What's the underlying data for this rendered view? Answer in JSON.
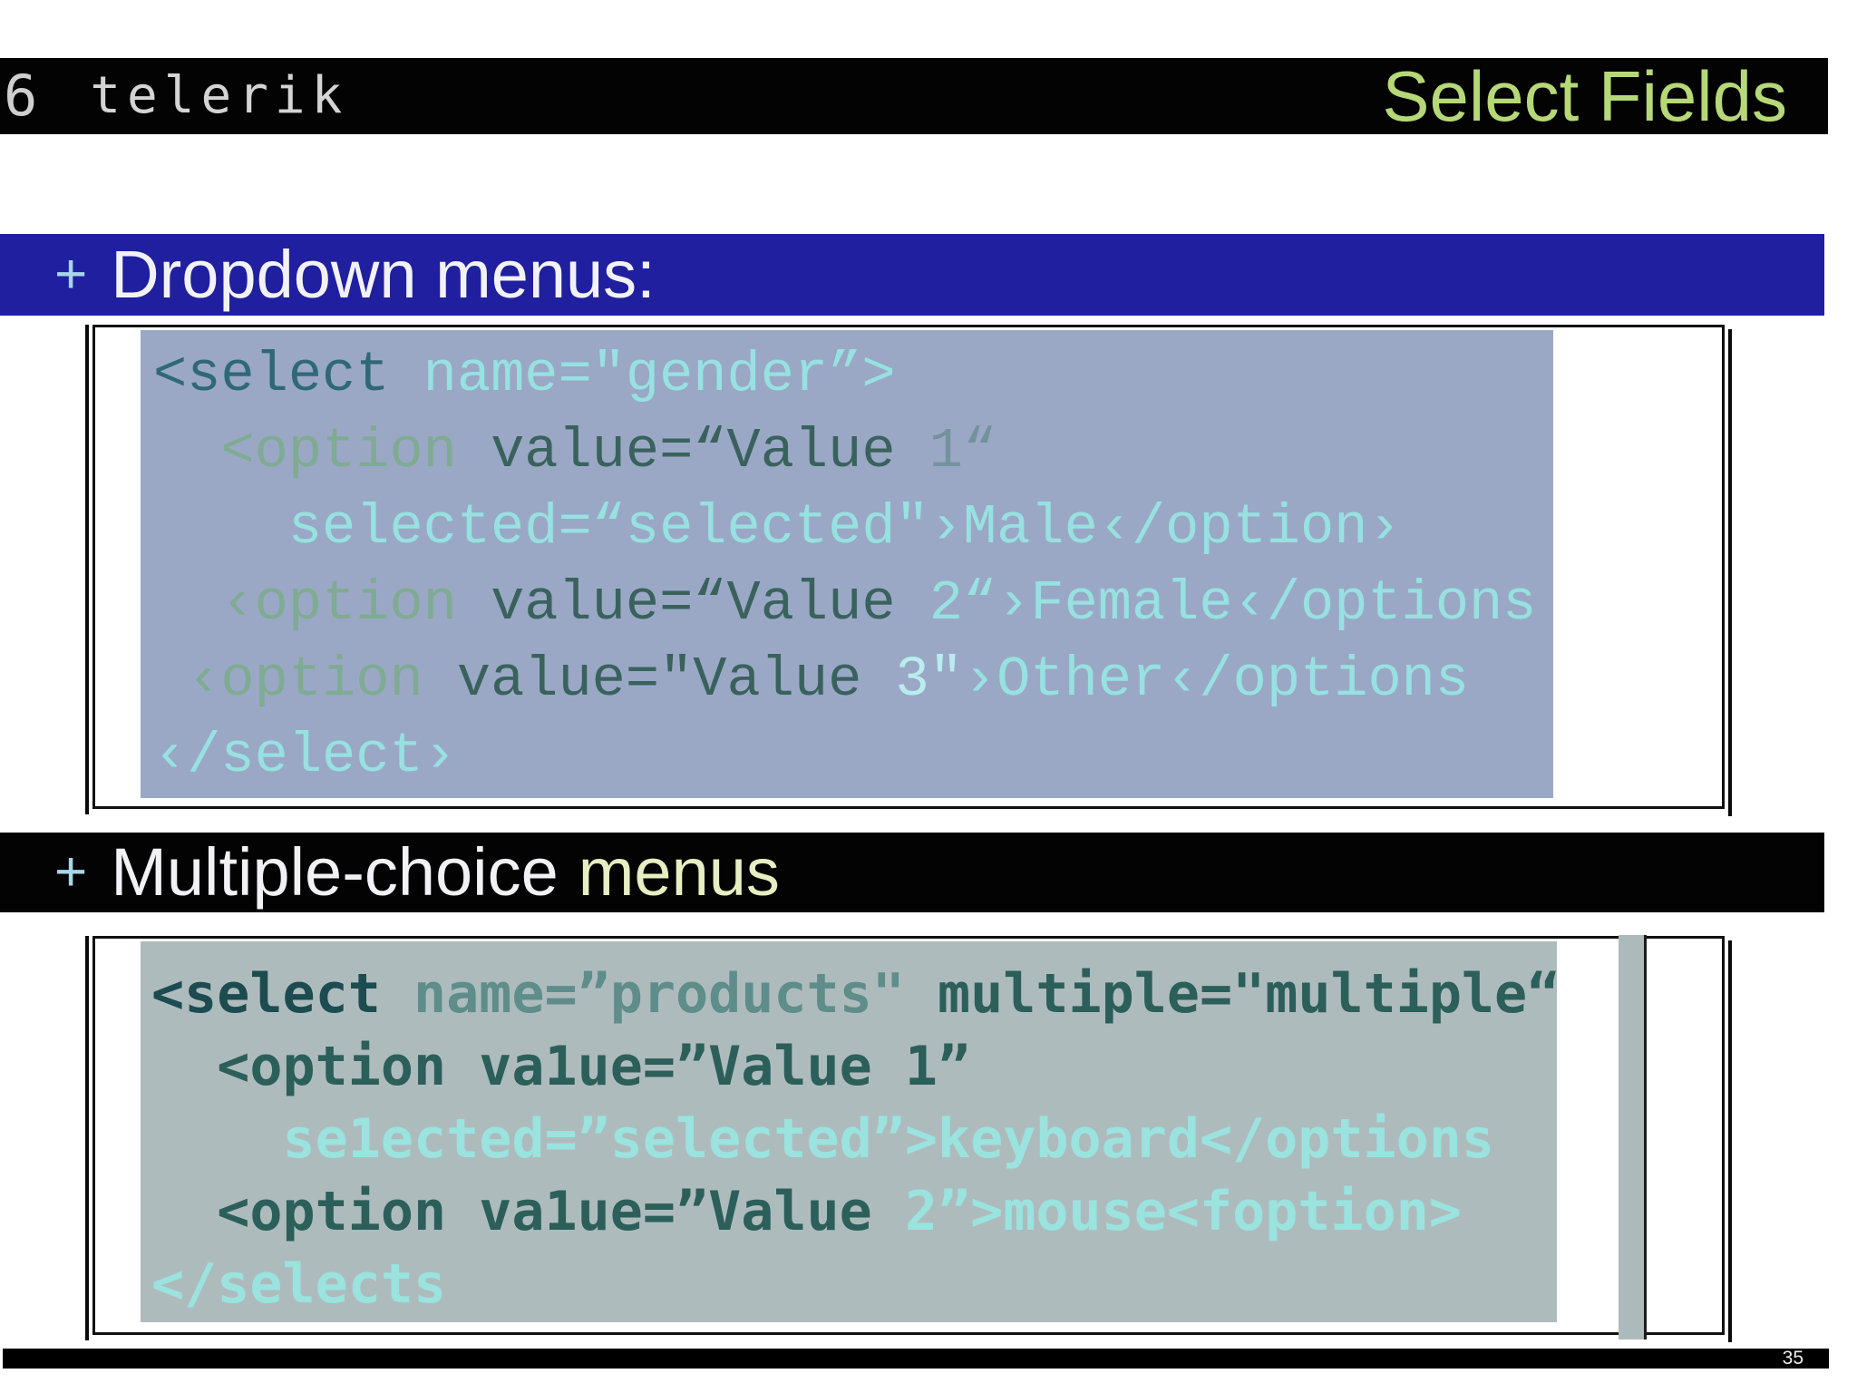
{
  "header": {
    "slide_number": "6",
    "brand": "telerik",
    "title": "Select Fields"
  },
  "sections": [
    {
      "bullet": "+",
      "title": "Dropdown menus:"
    },
    {
      "bullet": "+",
      "title_primary": "Multiple-choice",
      "title_accent": "menus"
    }
  ],
  "footer": {
    "page_number": "35"
  },
  "palette": {
    "bar_black": "#030303",
    "section_bar_blue": "#1f1f9f",
    "title_green": "#b6d877",
    "plus_blue": "#a7d6e8",
    "accent_yellow_green": "#e6eec2",
    "code1_selection_bg": "#9aa8c6",
    "code2_selection_bg": "#aebbbd",
    "code_cyan": "#97e1e1",
    "code_dark_teal": "#2f6876"
  },
  "code_blocks": [
    {
      "id": "dropdown-code",
      "lines": [
        [
          {
            "c": "dark",
            "t": "<select"
          },
          {
            "c": "cyan",
            "t": " name=\"gender”>"
          }
        ],
        [
          {
            "c": "green",
            "t": "  <option"
          },
          {
            "c": "slate",
            "t": " value=“Value"
          },
          {
            "c": "gray",
            "t": " 1“"
          }
        ],
        [
          {
            "c": "cyan",
            "t": "    selected=“selected\"›Male‹/option›"
          }
        ],
        [
          {
            "c": "green",
            "t": "  ‹option"
          },
          {
            "c": "slate",
            "t": " value=“Value"
          },
          {
            "c": "cyan",
            "t": " 2“›Female‹/options"
          }
        ],
        [
          {
            "c": "green",
            "t": " ‹option"
          },
          {
            "c": "slate",
            "t": " value=\"Value"
          },
          {
            "c": "bright",
            "t": " 3\""
          },
          {
            "c": "cyan",
            "t": "›Other‹/options"
          }
        ],
        [
          {
            "c": "cyan",
            "t": "‹/select›"
          }
        ]
      ]
    },
    {
      "id": "multiple-code",
      "lines": [
        [
          {
            "c": "d2",
            "t": "<select"
          },
          {
            "c": "m2",
            "t": " name=”products\""
          },
          {
            "c": "t2",
            "t": " multiple=\"multiple“"
          }
        ],
        [
          {
            "c": "t2",
            "t": "  <option va1ue=”Value 1”"
          }
        ],
        [
          {
            "c": "c2",
            "t": "    se1ected=”selected”>keyboard</options"
          }
        ],
        [
          {
            "c": "t2",
            "t": "  <option va1ue=”Value"
          },
          {
            "c": "c2",
            "t": " 2”>mouse<foption>"
          }
        ],
        [
          {
            "c": "c2",
            "t": "</selects"
          }
        ]
      ]
    }
  ]
}
